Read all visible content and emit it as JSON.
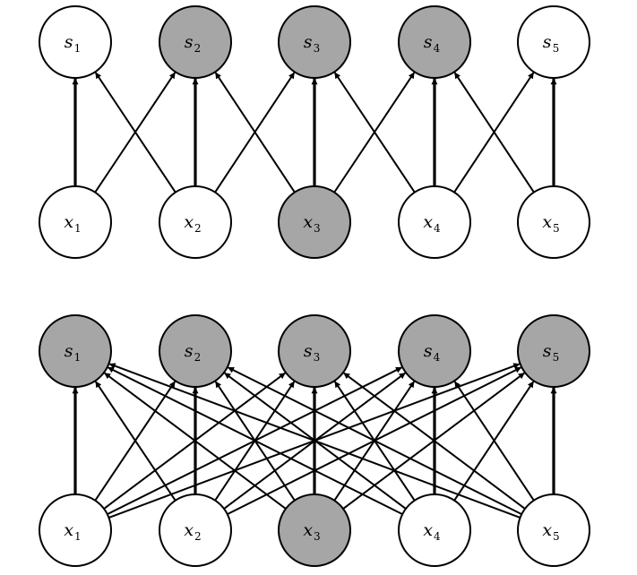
{
  "diagrams": [
    {
      "id": "sparse",
      "outputs": [
        {
          "base": "s",
          "sub": "1",
          "highlighted": false
        },
        {
          "base": "s",
          "sub": "2",
          "highlighted": true
        },
        {
          "base": "s",
          "sub": "3",
          "highlighted": true
        },
        {
          "base": "s",
          "sub": "4",
          "highlighted": true
        },
        {
          "base": "s",
          "sub": "5",
          "highlighted": false
        }
      ],
      "inputs": [
        {
          "base": "x",
          "sub": "1",
          "highlighted": false
        },
        {
          "base": "x",
          "sub": "2",
          "highlighted": false
        },
        {
          "base": "x",
          "sub": "3",
          "highlighted": true
        },
        {
          "base": "x",
          "sub": "4",
          "highlighted": false
        },
        {
          "base": "x",
          "sub": "5",
          "highlighted": false
        }
      ],
      "connectivity": "kernel-width-3"
    },
    {
      "id": "dense",
      "outputs": [
        {
          "base": "s",
          "sub": "1",
          "highlighted": true
        },
        {
          "base": "s",
          "sub": "2",
          "highlighted": true
        },
        {
          "base": "s",
          "sub": "3",
          "highlighted": true
        },
        {
          "base": "s",
          "sub": "4",
          "highlighted": true
        },
        {
          "base": "s",
          "sub": "5",
          "highlighted": true
        }
      ],
      "inputs": [
        {
          "base": "x",
          "sub": "1",
          "highlighted": false
        },
        {
          "base": "x",
          "sub": "2",
          "highlighted": false
        },
        {
          "base": "x",
          "sub": "3",
          "highlighted": true
        },
        {
          "base": "x",
          "sub": "4",
          "highlighted": false
        },
        {
          "base": "x",
          "sub": "5",
          "highlighted": false
        }
      ],
      "connectivity": "fully-connected"
    }
  ],
  "colors": {
    "highlight_fill": "#a6a6a6",
    "default_fill": "#ffffff",
    "stroke": "#000000"
  }
}
